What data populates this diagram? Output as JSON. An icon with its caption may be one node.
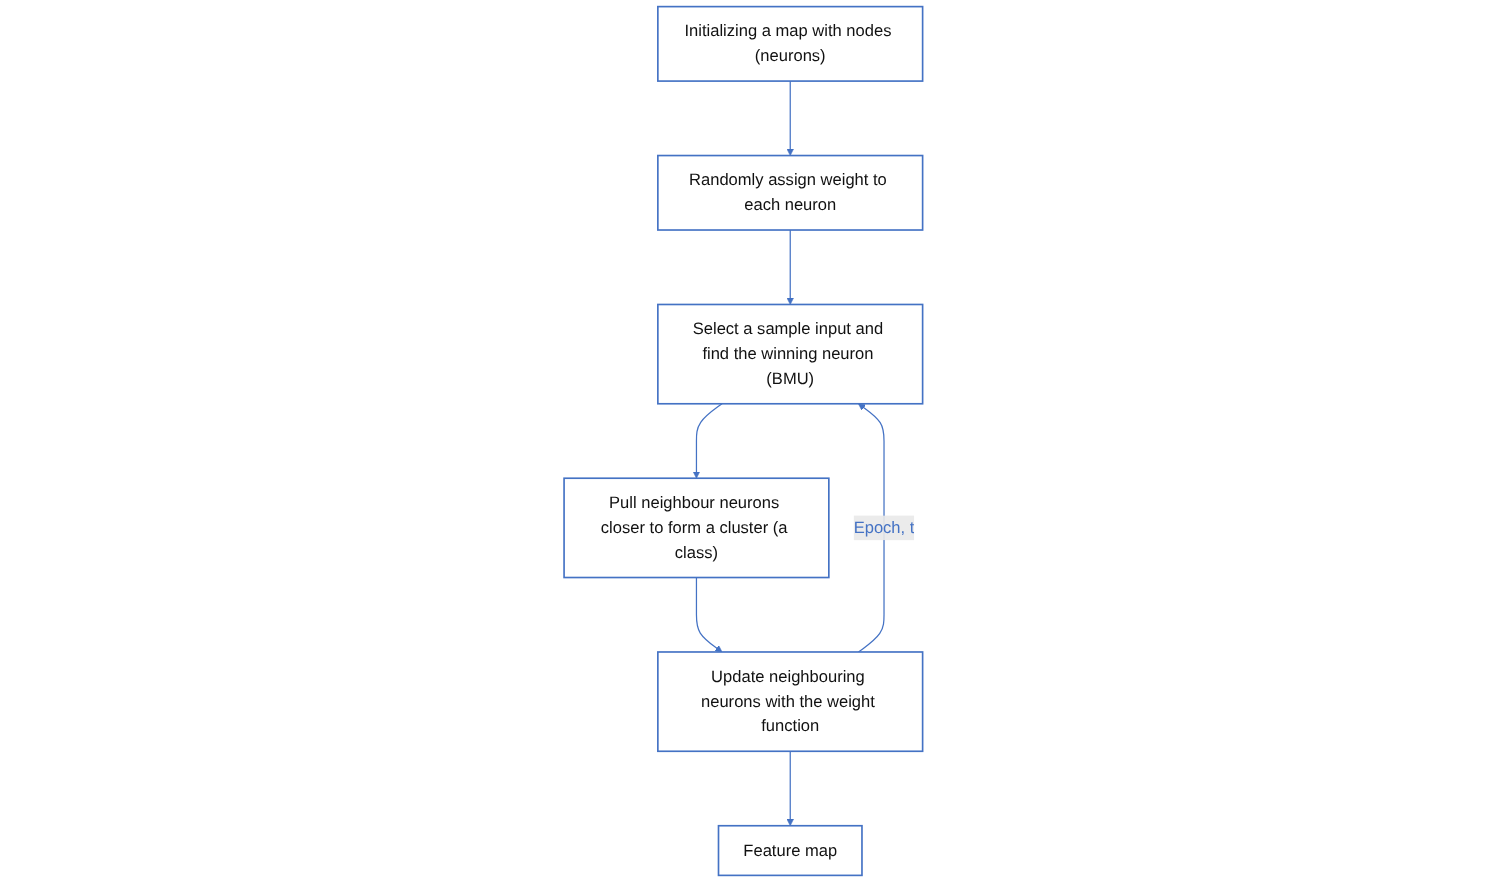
{
  "diagram": {
    "nodes": [
      {
        "text": [
          "Initializing a map with nodes (neurons)"
        ]
      },
      {
        "text": [
          "Randomly assign weight to each neuron"
        ]
      },
      {
        "text": [
          "Feature map"
        ]
      },
      {
        "text": [
          "Select a sample input and find the winning neuron (BMU)"
        ]
      },
      {
        "text": [
          "Update neighbouring neurons with the weight function"
        ]
      },
      {
        "text": [
          "Pull neighbour neurons closer to form a cluster (a class)"
        ]
      }
    ],
    "edges": [
      {
        "from": 0,
        "to": 1,
        "arrow": "to"
      },
      {
        "from": 1,
        "to": 3,
        "arrow": "to"
      },
      {
        "from": 3,
        "to": 5,
        "arrow": "to"
      },
      {
        "from": 5,
        "to": 4,
        "arrow": "to"
      },
      {
        "from": 4,
        "to": 3,
        "arrow": "to",
        "label": "Epoch, t"
      },
      {
        "from": 4,
        "to": 2,
        "arrow": "to"
      }
    ]
  }
}
